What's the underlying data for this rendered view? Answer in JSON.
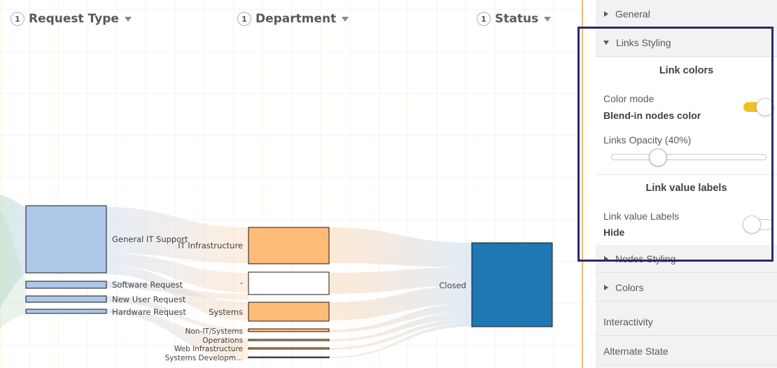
{
  "dimensions": [
    {
      "badge": "1",
      "label": "Request Type"
    },
    {
      "badge": "1",
      "label": "Department"
    },
    {
      "badge": "1",
      "label": "Status"
    }
  ],
  "nodes": {
    "request_type": [
      "General IT Support",
      "Software Request",
      "New User Request",
      "Hardware Request"
    ],
    "department": [
      "IT Infrastructure",
      "-",
      "Systems",
      "Non-IT/Systems",
      "Operations",
      "Web Infrastructure",
      "Systems Developm..."
    ],
    "status": [
      "Closed"
    ]
  },
  "colors": {
    "request_node": "#aec7e8",
    "department_node": "#ffbb78",
    "department_blank_node": "#ffffff",
    "status_node": "#1f77b4",
    "link_left": "#c7d7ee",
    "link_right": "#fcd9b6",
    "accent_toggle": "#f0c020",
    "highlight_frame": "#2b2a6b"
  },
  "panel": {
    "general": "General",
    "links_styling": "Links Styling",
    "link_colors_title": "Link colors",
    "color_mode_label": "Color mode",
    "color_mode_value": "Blend-in nodes color",
    "color_mode_on": true,
    "links_opacity_label": "Links Opacity (40%)",
    "links_opacity_fraction": 0.3,
    "link_value_labels_title": "Link value labels",
    "link_value_labels_label": "Link value Labels",
    "link_value_labels_value": "Hide",
    "link_value_labels_on": false,
    "nodes_styling": "Nodes Styling",
    "colors": "Colors",
    "interactivity": "Interactivity",
    "alternate_state": "Alternate State"
  }
}
